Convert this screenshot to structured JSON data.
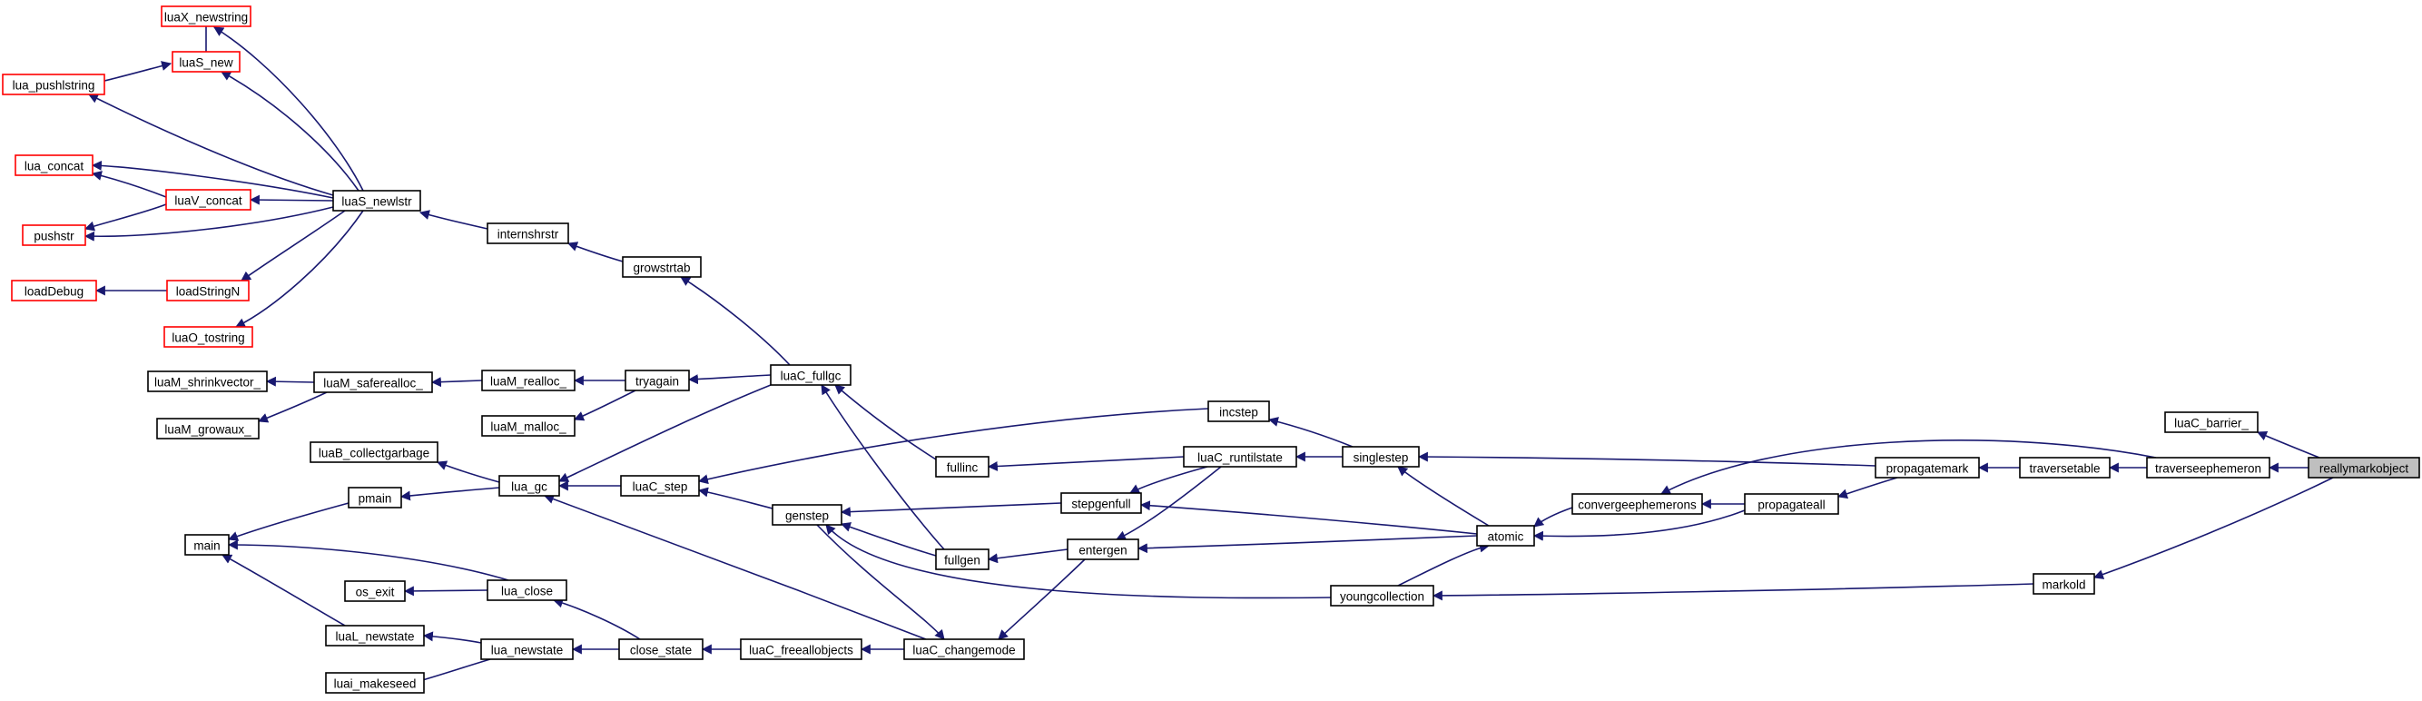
{
  "graph": {
    "nodes": [
      {
        "id": "luaX_newstring",
        "label": "luaX_newstring",
        "truncated": true
      },
      {
        "id": "luaS_new",
        "label": "luaS_new",
        "truncated": true
      },
      {
        "id": "lua_pushlstring",
        "label": "lua_pushlstring",
        "truncated": true
      },
      {
        "id": "lua_concat",
        "label": "lua_concat",
        "truncated": true
      },
      {
        "id": "luaV_concat",
        "label": "luaV_concat",
        "truncated": true
      },
      {
        "id": "pushstr",
        "label": "pushstr",
        "truncated": true
      },
      {
        "id": "loadDebug",
        "label": "loadDebug",
        "truncated": true
      },
      {
        "id": "loadStringN",
        "label": "loadStringN",
        "truncated": true
      },
      {
        "id": "luaO_tostring",
        "label": "luaO_tostring",
        "truncated": true
      },
      {
        "id": "luaS_newlstr",
        "label": "luaS_newlstr"
      },
      {
        "id": "internshrstr",
        "label": "internshrstr"
      },
      {
        "id": "growstrtab",
        "label": "growstrtab"
      },
      {
        "id": "luaM_shrinkvector_",
        "label": "luaM_shrinkvector_"
      },
      {
        "id": "luaM_saferealloc_",
        "label": "luaM_saferealloc_"
      },
      {
        "id": "luaM_growaux_",
        "label": "luaM_growaux_"
      },
      {
        "id": "luaM_realloc_",
        "label": "luaM_realloc_"
      },
      {
        "id": "luaM_malloc_",
        "label": "luaM_malloc_"
      },
      {
        "id": "tryagain",
        "label": "tryagain"
      },
      {
        "id": "luaC_fullgc",
        "label": "luaC_fullgc"
      },
      {
        "id": "luaB_collectgarbage",
        "label": "luaB_collectgarbage"
      },
      {
        "id": "pmain",
        "label": "pmain"
      },
      {
        "id": "lua_gc",
        "label": "lua_gc"
      },
      {
        "id": "luaC_step",
        "label": "luaC_step"
      },
      {
        "id": "main",
        "label": "main"
      },
      {
        "id": "os_exit",
        "label": "os_exit"
      },
      {
        "id": "lua_close",
        "label": "lua_close"
      },
      {
        "id": "luaL_newstate",
        "label": "luaL_newstate"
      },
      {
        "id": "lua_newstate",
        "label": "lua_newstate"
      },
      {
        "id": "luai_makeseed",
        "label": "luai_makeseed"
      },
      {
        "id": "close_state",
        "label": "close_state"
      },
      {
        "id": "luaC_freeallobjects",
        "label": "luaC_freeallobjects"
      },
      {
        "id": "luaC_changemode",
        "label": "luaC_changemode"
      },
      {
        "id": "genstep",
        "label": "genstep"
      },
      {
        "id": "fullinc",
        "label": "fullinc"
      },
      {
        "id": "fullgen",
        "label": "fullgen"
      },
      {
        "id": "incstep",
        "label": "incstep"
      },
      {
        "id": "luaC_runtilstate",
        "label": "luaC_runtilstate"
      },
      {
        "id": "stepgenfull",
        "label": "stepgenfull"
      },
      {
        "id": "entergen",
        "label": "entergen"
      },
      {
        "id": "singlestep",
        "label": "singlestep"
      },
      {
        "id": "atomic",
        "label": "atomic"
      },
      {
        "id": "youngcollection",
        "label": "youngcollection"
      },
      {
        "id": "convergeephemerons",
        "label": "convergeephemerons"
      },
      {
        "id": "propagateall",
        "label": "propagateall"
      },
      {
        "id": "propagatemark",
        "label": "propagatemark"
      },
      {
        "id": "traversetable",
        "label": "traversetable"
      },
      {
        "id": "traverseephemeron",
        "label": "traverseephemeron"
      },
      {
        "id": "markold",
        "label": "markold"
      },
      {
        "id": "luaC_barrier_",
        "label": "luaC_barrier_"
      },
      {
        "id": "reallymarkobject",
        "label": "reallymarkobject",
        "focus": true
      }
    ],
    "edges": [
      [
        "luaS_new",
        "luaX_newstring"
      ],
      [
        "lua_pushlstring",
        "luaS_new"
      ],
      [
        "luaS_newlstr",
        "luaX_newstring"
      ],
      [
        "luaS_newlstr",
        "luaS_new"
      ],
      [
        "luaS_newlstr",
        "lua_pushlstring"
      ],
      [
        "luaV_concat",
        "lua_concat"
      ],
      [
        "luaS_newlstr",
        "lua_concat"
      ],
      [
        "luaS_newlstr",
        "luaV_concat"
      ],
      [
        "luaV_concat",
        "pushstr"
      ],
      [
        "luaS_newlstr",
        "pushstr"
      ],
      [
        "luaS_newlstr",
        "loadStringN"
      ],
      [
        "luaS_newlstr",
        "luaO_tostring"
      ],
      [
        "loadStringN",
        "loadDebug"
      ],
      [
        "internshrstr",
        "luaS_newlstr"
      ],
      [
        "growstrtab",
        "internshrstr"
      ],
      [
        "luaC_fullgc",
        "growstrtab"
      ],
      [
        "luaM_saferealloc_",
        "luaM_shrinkvector_"
      ],
      [
        "luaM_saferealloc_",
        "luaM_growaux_"
      ],
      [
        "luaM_realloc_",
        "luaM_saferealloc_"
      ],
      [
        "tryagain",
        "luaM_realloc_"
      ],
      [
        "tryagain",
        "luaM_malloc_"
      ],
      [
        "luaC_fullgc",
        "tryagain"
      ],
      [
        "luaC_fullgc",
        "lua_gc"
      ],
      [
        "lua_gc",
        "luaB_collectgarbage"
      ],
      [
        "lua_gc",
        "pmain"
      ],
      [
        "pmain",
        "main"
      ],
      [
        "luaC_step",
        "lua_gc"
      ],
      [
        "luaC_changemode",
        "lua_gc"
      ],
      [
        "lua_close",
        "main"
      ],
      [
        "lua_close",
        "os_exit"
      ],
      [
        "luaL_newstate",
        "main"
      ],
      [
        "lua_newstate",
        "luaL_newstate"
      ],
      [
        "lua_newstate",
        "luai_makeseed"
      ],
      [
        "close_state",
        "lua_close"
      ],
      [
        "close_state",
        "lua_newstate"
      ],
      [
        "luaC_freeallobjects",
        "close_state"
      ],
      [
        "luaC_changemode",
        "luaC_freeallobjects"
      ],
      [
        "genstep",
        "luaC_step"
      ],
      [
        "genstep",
        "luaC_changemode"
      ],
      [
        "incstep",
        "luaC_step"
      ],
      [
        "fullinc",
        "luaC_fullgc"
      ],
      [
        "fullgen",
        "luaC_fullgc"
      ],
      [
        "fullgen",
        "genstep"
      ],
      [
        "stepgenfull",
        "genstep"
      ],
      [
        "luaC_runtilstate",
        "fullinc"
      ],
      [
        "luaC_runtilstate",
        "stepgenfull"
      ],
      [
        "luaC_runtilstate",
        "entergen"
      ],
      [
        "entergen",
        "fullgen"
      ],
      [
        "entergen",
        "luaC_changemode"
      ],
      [
        "singlestep",
        "incstep"
      ],
      [
        "singlestep",
        "luaC_runtilstate"
      ],
      [
        "atomic",
        "singlestep"
      ],
      [
        "atomic",
        "stepgenfull"
      ],
      [
        "atomic",
        "entergen"
      ],
      [
        "youngcollection",
        "genstep"
      ],
      [
        "youngcollection",
        "atomic"
      ],
      [
        "convergeephemerons",
        "atomic"
      ],
      [
        "propagateall",
        "atomic"
      ],
      [
        "propagateall",
        "convergeephemerons"
      ],
      [
        "propagatemark",
        "singlestep"
      ],
      [
        "propagatemark",
        "propagateall"
      ],
      [
        "traversetable",
        "propagatemark"
      ],
      [
        "traverseephemeron",
        "traversetable"
      ],
      [
        "traverseephemeron",
        "convergeephemerons"
      ],
      [
        "markold",
        "youngcollection"
      ],
      [
        "reallymarkobject",
        "traverseephemeron"
      ],
      [
        "reallymarkobject",
        "luaC_barrier_"
      ],
      [
        "reallymarkobject",
        "markold"
      ]
    ]
  }
}
